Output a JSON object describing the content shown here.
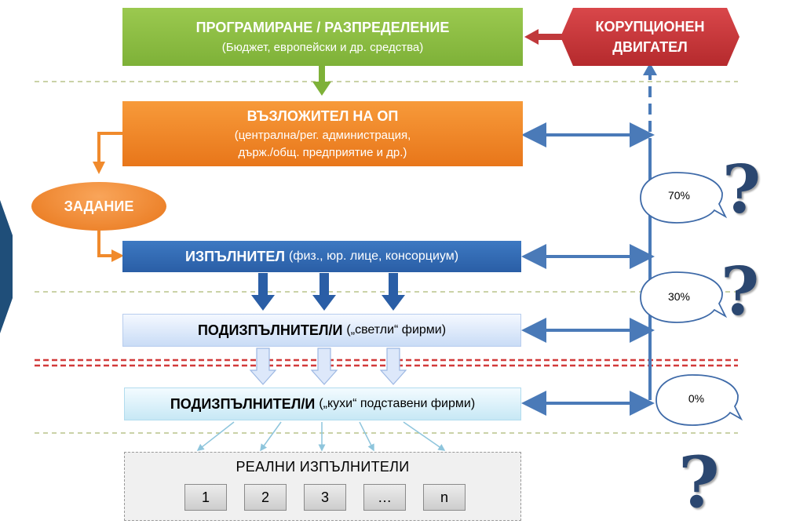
{
  "program": {
    "title": "ПРОГРАМИРАНЕ / РАЗПРЕДЕЛЕНИЕ",
    "subtitle": "(Бюджет, европейски и др. средства)"
  },
  "engine": {
    "line1": "КОРУПЦИОНЕН",
    "line2": "ДВИГАТЕЛ"
  },
  "contracting": {
    "title": "ВЪЗЛОЖИТЕЛ НА ОП",
    "line2": "(централна/рег. администрация,",
    "line3": "държ./общ. предприятие и др.)"
  },
  "task": {
    "label": "ЗАДАНИЕ"
  },
  "contractor": {
    "bold": "ИЗПЪЛНИТЕЛ",
    "rest": "(физ., юр. лице, консорциум)"
  },
  "sub_light": {
    "bold": "ПОДИЗПЪЛНИТЕЛ/И",
    "rest": "(„светли“ фирми)"
  },
  "sub_shell": {
    "bold": "ПОДИЗПЪЛНИТЕЛ/И",
    "rest": "(„кухи“ подставени фирми)"
  },
  "real": {
    "title": "РЕАЛНИ ИЗПЪЛНИТЕЛИ",
    "items": [
      "1",
      "2",
      "3",
      "…",
      "n"
    ]
  },
  "bubbles": [
    "70%",
    "30%",
    "0%"
  ],
  "question_mark": "?",
  "colors": {
    "green": "#7eb138",
    "red": "#c0393b",
    "orange": "#f08a2c",
    "blue": "#2a5ea6",
    "arrow_blue": "#4a7ab8"
  }
}
